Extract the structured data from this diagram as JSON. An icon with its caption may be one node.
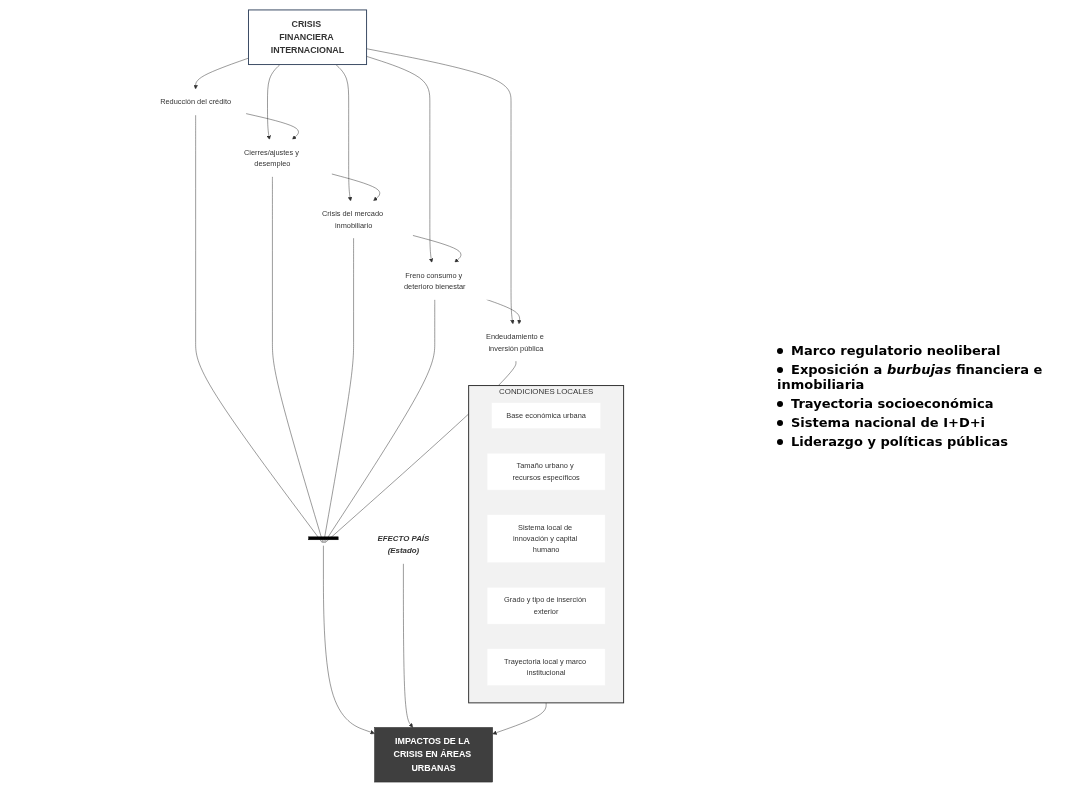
{
  "diagram": {
    "nodes": [
      {
        "text": [
          "CRISIS FINANCIERA INTERNACIONAL"
        ]
      },
      {
        "text": [
          "Reducción del crédito"
        ]
      },
      {
        "text": [
          "Cierres/ajustes y desempleo"
        ]
      },
      {
        "text": [
          "Crisis del mercado inmobiliario"
        ]
      },
      {
        "text": [
          "Freno consumo y deterioro bienestar"
        ]
      },
      {
        "text": [
          "Endeudamiento e inversión pública"
        ]
      },
      {
        "text": [],
        "shape": "bar"
      },
      {
        "text": [
          "IMPACTOS DE LA CRISIS EN ÁREAS URBANAS"
        ]
      },
      {
        "text": [
          "EFECTO PAÍS",
          "(Estado)"
        ],
        "beside": [
          "Marco regulatorio neoliberal",
          "Exposición a *burbujas* financiera e inmobiliaria",
          "Trayectoria socioeconómica",
          "Sistema nacional de I+D+i",
          "Liderazgo y políticas públicas"
        ]
      },
      {
        "text": [
          "CONDICIONES LOCALES"
        ]
      },
      {
        "text": [
          "Base económica urbana"
        ],
        "in": 9
      },
      {
        "text": [
          "Tamaño urbano y recursos específicos"
        ],
        "in": 9
      },
      {
        "text": [
          "Sistema local de innovación y capital humano"
        ],
        "in": 9
      },
      {
        "text": [
          "Grado y tipo de inserción exterior"
        ],
        "in": 9
      },
      {
        "text": [
          "Trayectoria local y marco institucional"
        ],
        "in": 9
      }
    ],
    "edges": [
      {
        "from": 0,
        "to": 1,
        "arrow": "to"
      },
      {
        "from": 0,
        "to": 2,
        "arrow": "to"
      },
      {
        "from": 0,
        "to": 3,
        "arrow": "to"
      },
      {
        "from": 0,
        "to": 4,
        "arrow": "to"
      },
      {
        "from": 0,
        "to": 5,
        "arrow": "to"
      },
      {
        "from": 1,
        "to": 2,
        "arrow": "to"
      },
      {
        "from": 2,
        "to": 3,
        "arrow": "to"
      },
      {
        "from": 3,
        "to": 4,
        "arrow": "to"
      },
      {
        "from": 4,
        "to": 5,
        "arrow": "to"
      },
      {
        "from": 1,
        "to": 6,
        "arrow": "none"
      },
      {
        "from": 2,
        "to": 6,
        "arrow": "none"
      },
      {
        "from": 3,
        "to": 6,
        "arrow": "none"
      },
      {
        "from": 4,
        "to": 6,
        "arrow": "none"
      },
      {
        "from": 5,
        "to": 6,
        "arrow": "none"
      },
      {
        "from": 6,
        "to": 7,
        "arrow": "to"
      },
      {
        "from": 8,
        "to": 7,
        "arrow": "to"
      },
      {
        "from": 9,
        "to": 7,
        "arrow": "to"
      }
    ]
  }
}
